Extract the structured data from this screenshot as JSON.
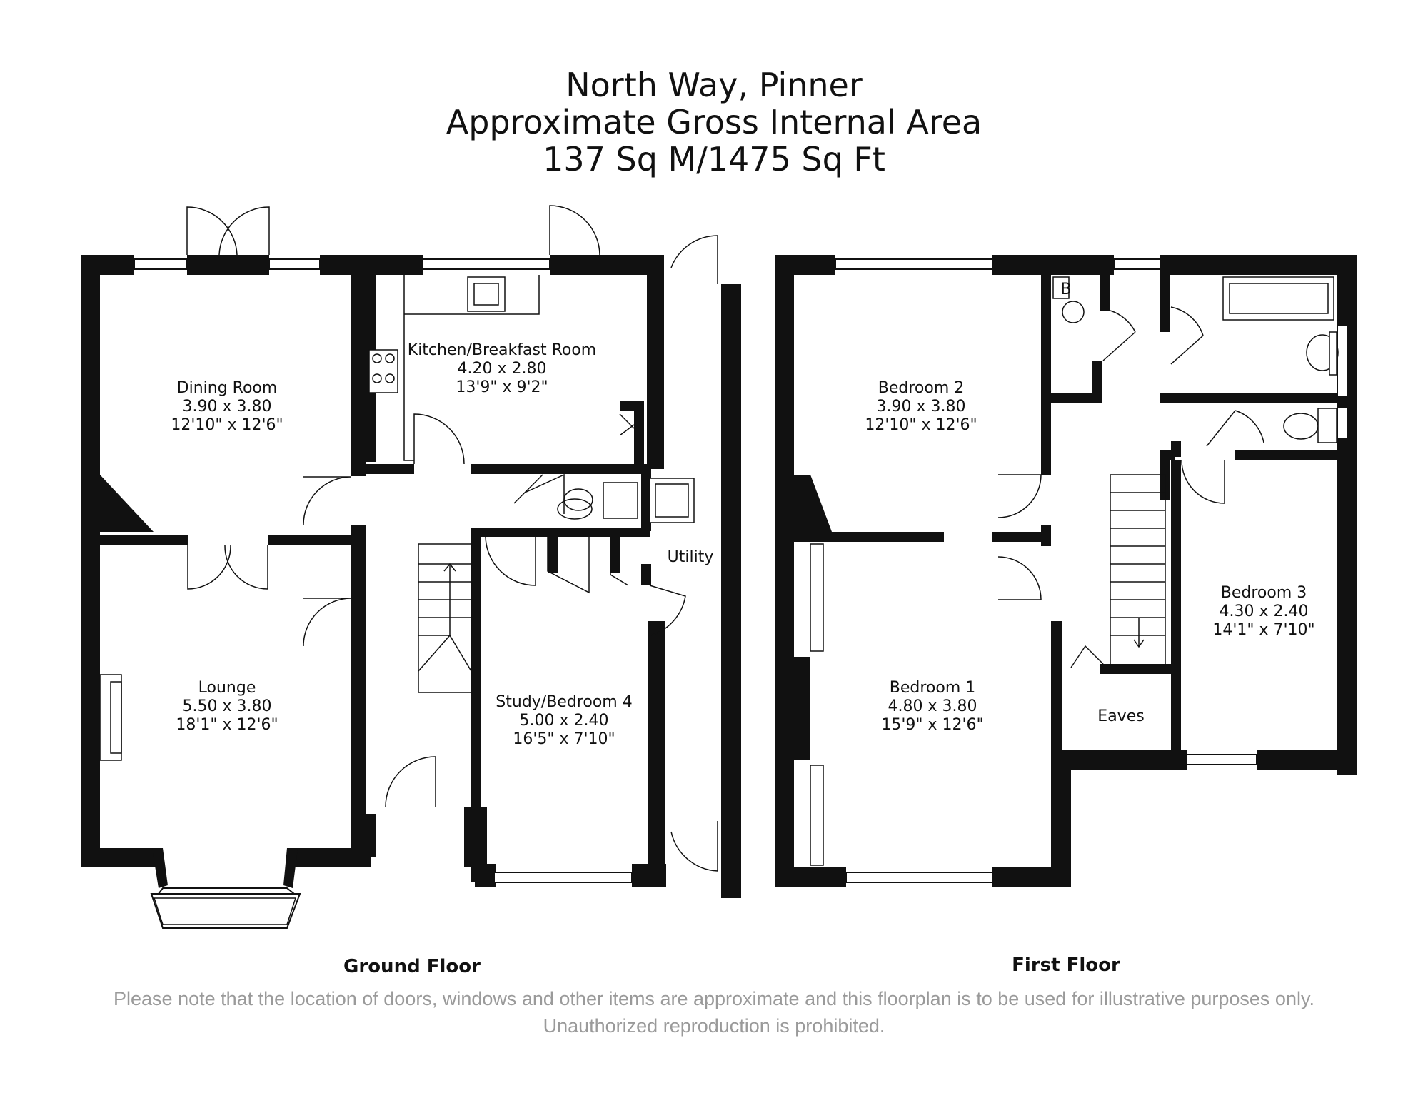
{
  "title": {
    "line1": "North Way, Pinner",
    "line2": "Approximate Gross Internal Area",
    "line3": "137 Sq M/1475 Sq Ft"
  },
  "ground_floor": {
    "label": "Ground Floor",
    "rooms": {
      "dining": {
        "name": "Dining Room",
        "metric": "3.90 x 3.80",
        "imperial": "12'10\" x 12'6\""
      },
      "kitchen": {
        "name": "Kitchen/Breakfast Room",
        "metric": "4.20 x 2.80",
        "imperial": "13'9\" x 9'2\""
      },
      "lounge": {
        "name": "Lounge",
        "metric": "5.50 x 3.80",
        "imperial": "18'1\" x 12'6\""
      },
      "study": {
        "name": "Study/Bedroom 4",
        "metric": "5.00 x 2.40",
        "imperial": "16'5\" x 7'10\""
      },
      "utility": {
        "name": "Utility"
      }
    }
  },
  "first_floor": {
    "label": "First Floor",
    "boiler_label": "B",
    "rooms": {
      "bedroom2": {
        "name": "Bedroom 2",
        "metric": "3.90 x 3.80",
        "imperial": "12'10\" x 12'6\""
      },
      "bedroom1": {
        "name": "Bedroom 1",
        "metric": "4.80 x 3.80",
        "imperial": "15'9\" x 12'6\""
      },
      "bedroom3": {
        "name": "Bedroom 3",
        "metric": "4.30 x 2.40",
        "imperial": "14'1\" x 7'10\""
      },
      "eaves": {
        "name": "Eaves"
      }
    }
  },
  "disclaimer": "Please note that the location of doors, windows and other items are approximate and this floorplan is to be used for illustrative purposes only. Unauthorized reproduction is prohibited."
}
